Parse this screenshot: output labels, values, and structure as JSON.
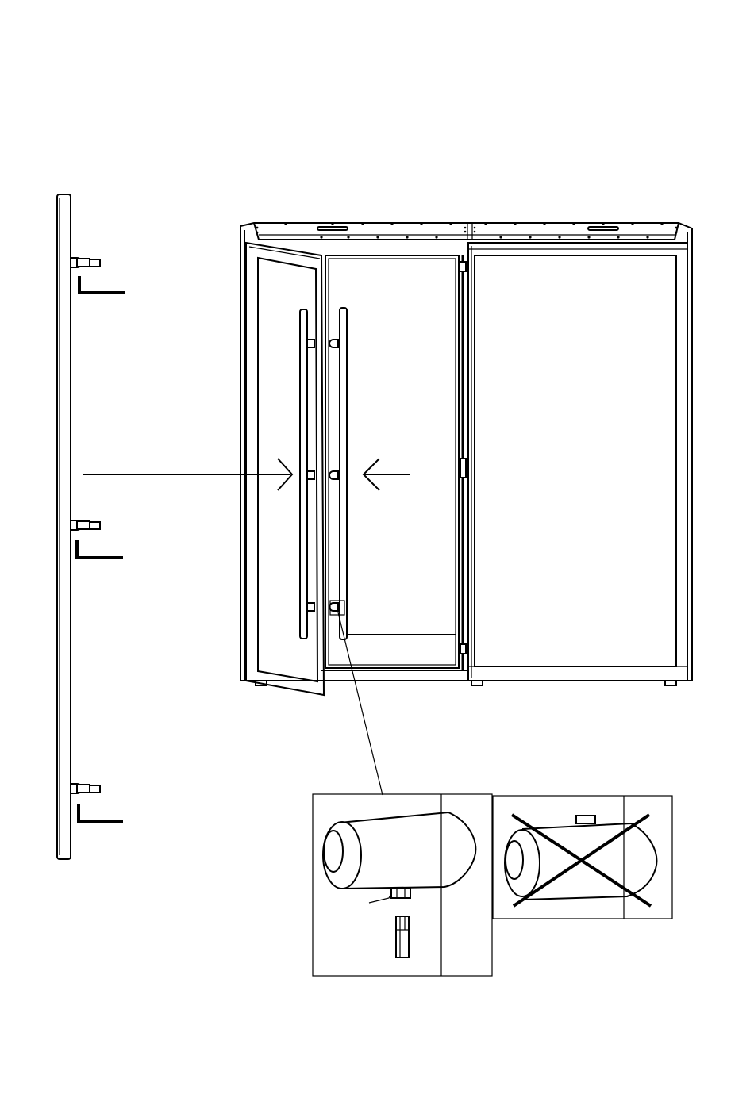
{
  "diagram": {
    "description_text": "",
    "parts": [
      {
        "name": "door-handle-bar",
        "kind": "handle"
      },
      {
        "name": "hex-key",
        "kind": "tool",
        "count": 3
      },
      {
        "name": "display-cabinet",
        "kind": "cabinet"
      },
      {
        "name": "detail-correct",
        "kind": "detail-view"
      },
      {
        "name": "detail-incorrect",
        "kind": "detail-view"
      }
    ]
  }
}
